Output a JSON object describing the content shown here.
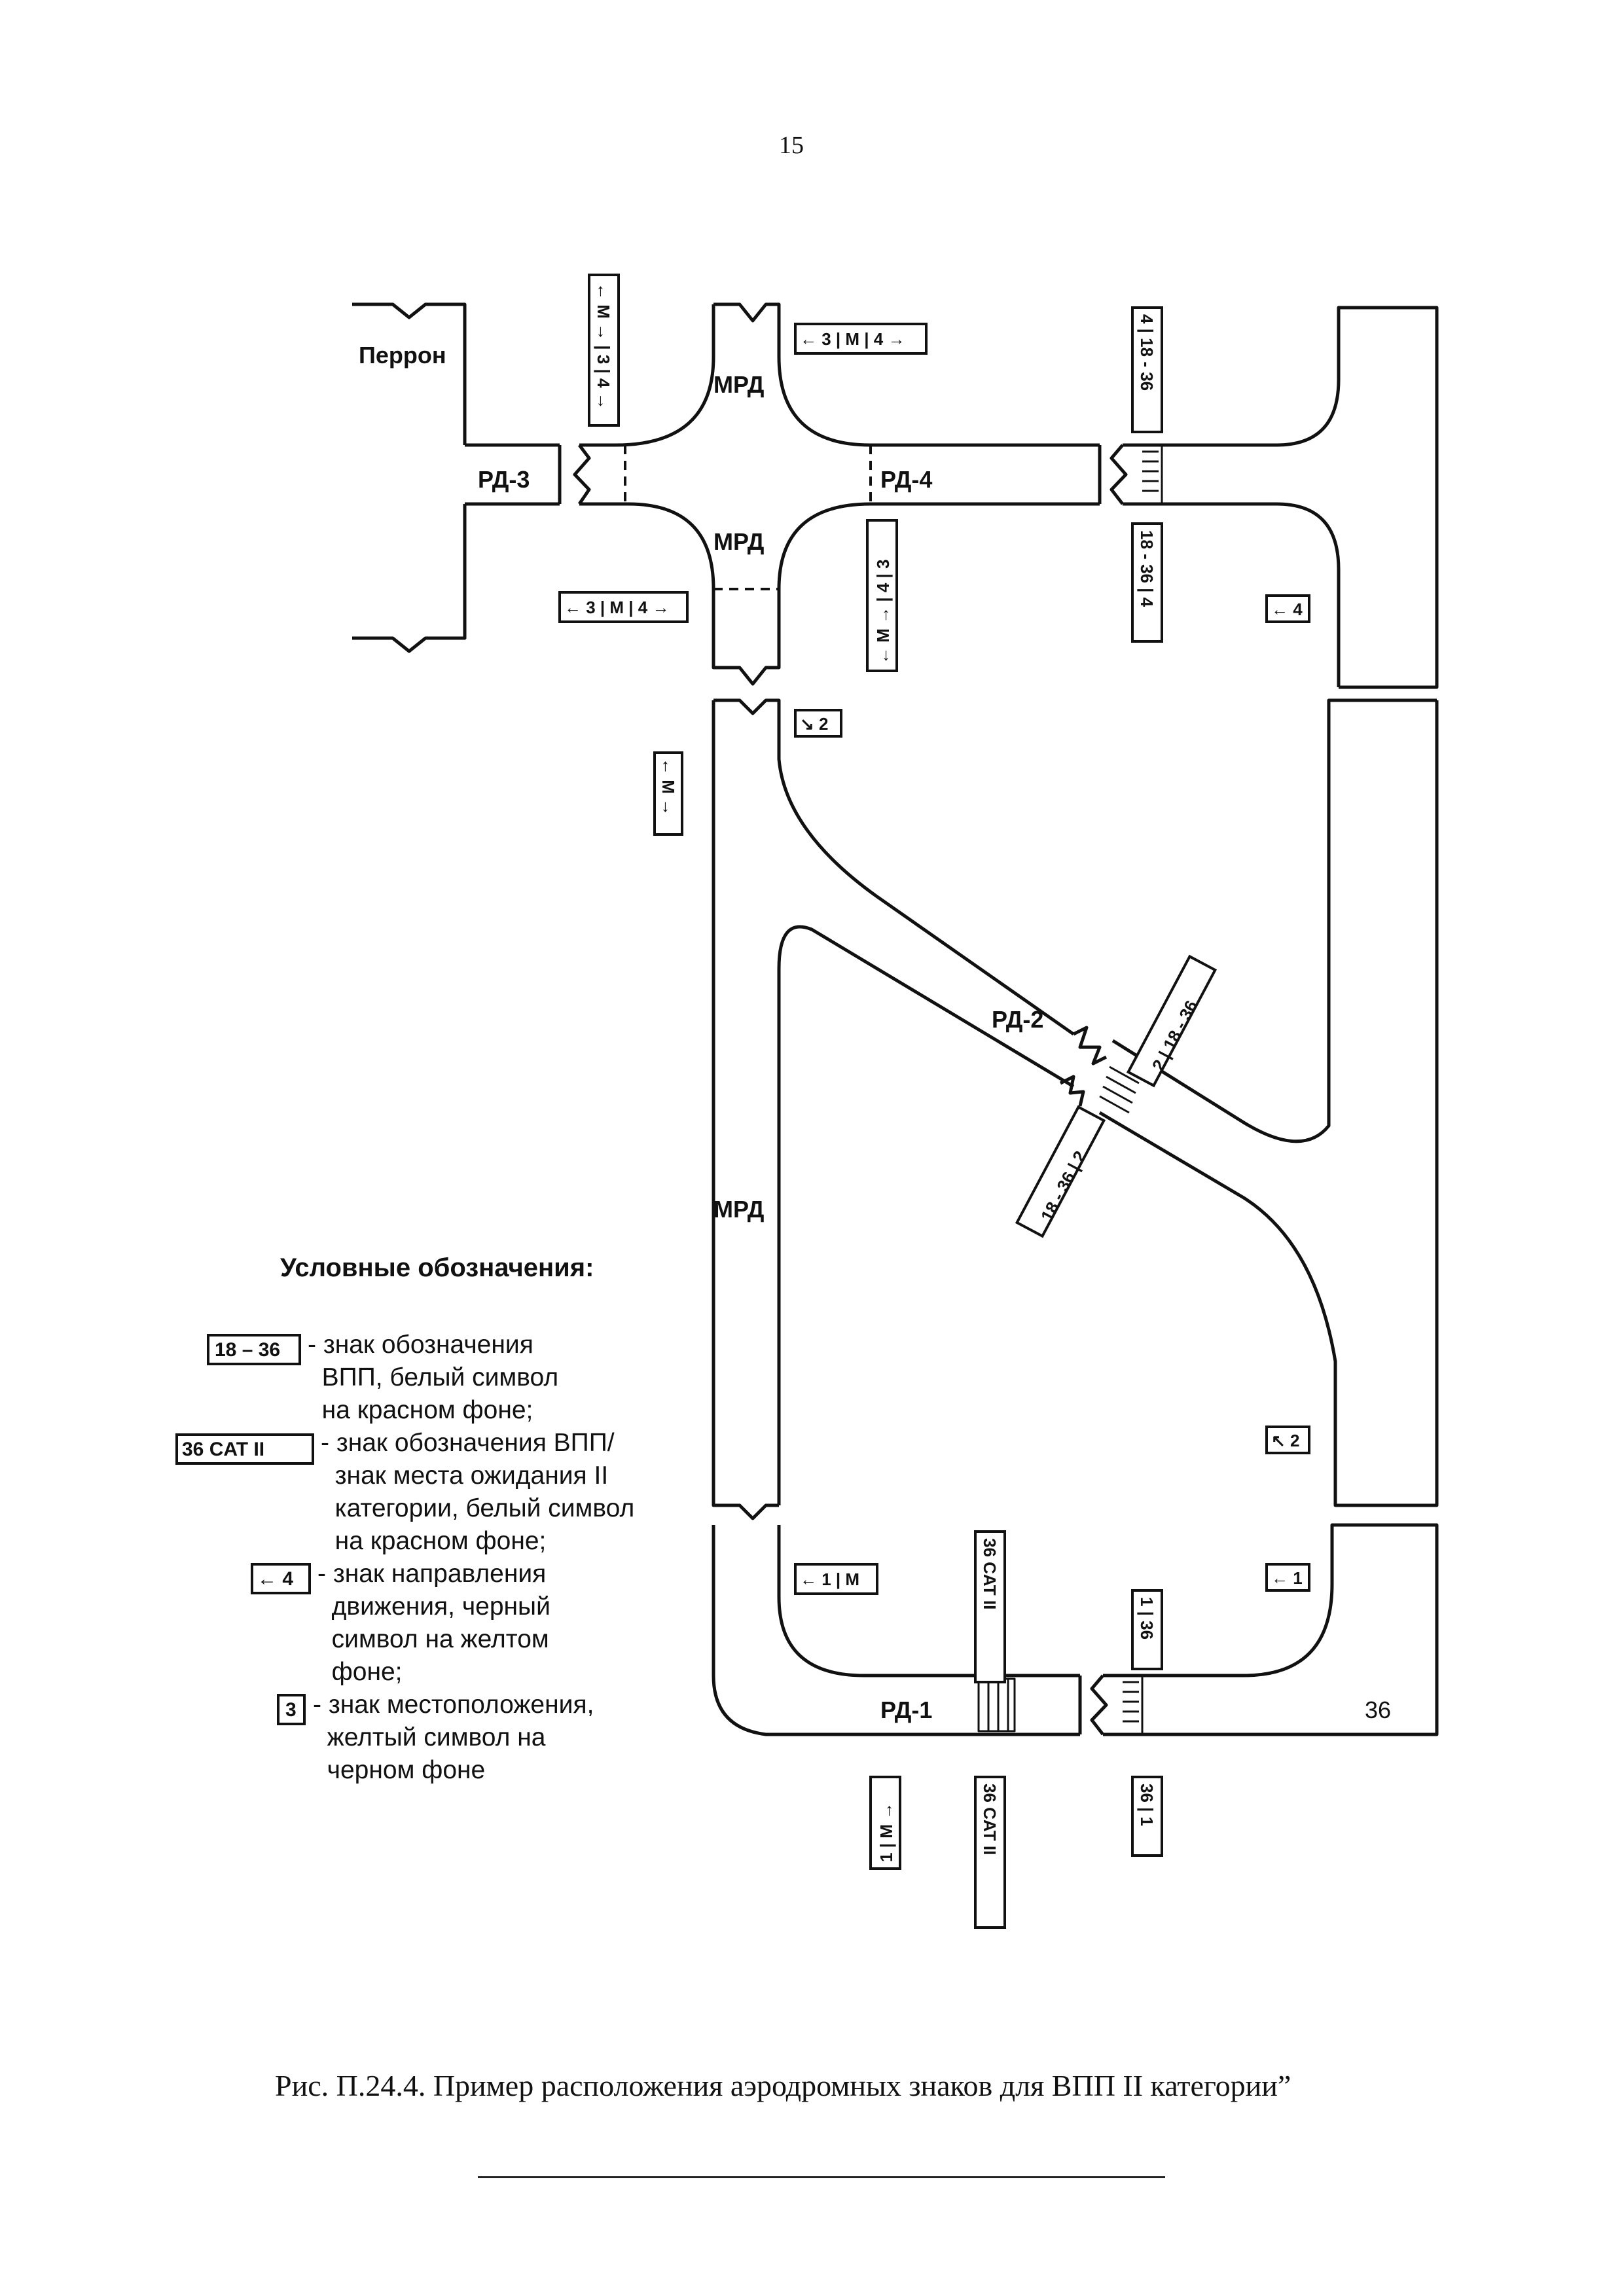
{
  "page": {
    "number": "15"
  },
  "diagram": {
    "labels": {
      "apron": "Перрон",
      "mrd_top": "МРД",
      "mrd_mid": "МРД",
      "mrd_lower": "МРД",
      "rd3": "РД-3",
      "rd4": "РД-4",
      "rd2": "РД-2",
      "rd1": "РД-1",
      "runway_end": "36"
    },
    "signs": {
      "s_rd3_top": "← М → | 3 | 4 →",
      "s_mrd_top_right": "← 3 | М | 4 →",
      "s_rwy_top": "4 | 18 - 36",
      "s_rd3_bottom": "← 3 | М | 4 →",
      "s_rd4_below": "← М → | 4 | 3",
      "s_rwy_mid": "18 - 36 | 4",
      "s_right_4": "← 4",
      "s_diag_2": "↘ 2",
      "s_mrd_m": "← М →",
      "s_rd2_upper": "2 | 18 - 36",
      "s_rd2_lower": "18 - 36 | 2",
      "s_right_2": "↖ 2",
      "s_bl_1m": "← 1 | М",
      "s_catii_upper": "36 CAT II",
      "s_1_36": "1 | 36",
      "s_right_1": "← 1",
      "s_bottom_1m": "1 | М →",
      "s_catii_lower": "36 CAT II",
      "s_36_1": "36 | 1"
    }
  },
  "legend": {
    "title": "Условные обозначения:",
    "items": [
      {
        "symbol": "18 – 36",
        "text": "- знак обозначения\n  ВПП, белый символ\n  на красном фоне;"
      },
      {
        "symbol": "36 CAT II",
        "text": "- знак обозначения ВПП/\n  знак места ожидания II\n  категории, белый символ\n  на красном фоне;"
      },
      {
        "symbol": "← 4",
        "text": "- знак направления\n  движения, черный\n  символ на желтом\n  фоне;"
      },
      {
        "symbol": "3",
        "text": "- знак местоположения,\n  желтый символ на\n  черном фоне"
      }
    ]
  },
  "caption": "Рис. П.24.4. Пример расположения аэродромных знаков для ВПП II категории”"
}
